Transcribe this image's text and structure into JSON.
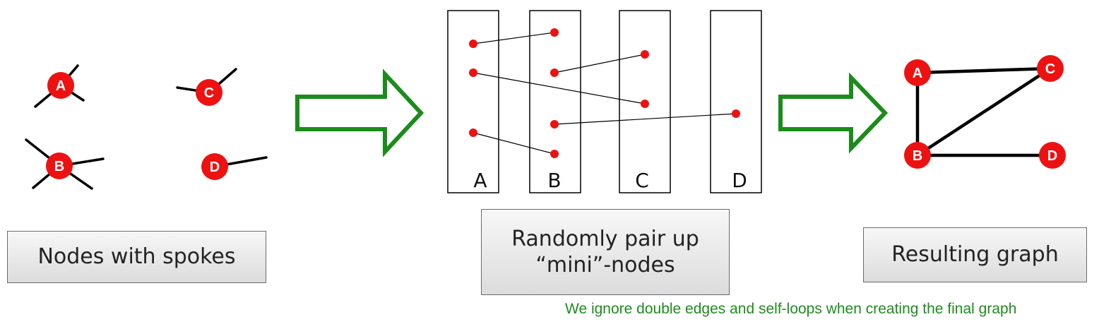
{
  "nodes_with_spokes": {
    "caption": "Nodes with spokes",
    "nodes": [
      {
        "label": "A",
        "spokes": 3
      },
      {
        "label": "C",
        "spokes": 2
      },
      {
        "label": "B",
        "spokes": 4
      },
      {
        "label": "D",
        "spokes": 1
      }
    ]
  },
  "mini_nodes": {
    "caption_line1": "Randomly pair up",
    "caption_line2": "“mini”-nodes",
    "columns": [
      "A",
      "B",
      "C",
      "D"
    ],
    "pairings": [
      [
        "A1",
        "B1"
      ],
      [
        "A2",
        "C2"
      ],
      [
        "B2",
        "C1"
      ],
      [
        "B3",
        "D1"
      ],
      [
        "A3",
        "B4"
      ]
    ]
  },
  "resulting_graph": {
    "caption": "Resulting graph",
    "nodes": [
      "A",
      "C",
      "B",
      "D"
    ],
    "edges": [
      [
        "A",
        "C"
      ],
      [
        "A",
        "B"
      ],
      [
        "B",
        "C"
      ],
      [
        "B",
        "D"
      ]
    ]
  },
  "note": "We ignore double edges and self-loops when creating the final graph",
  "colors": {
    "node": "#ee1111",
    "arrow": "#1a8c1a",
    "note": "#1e8c1e"
  }
}
